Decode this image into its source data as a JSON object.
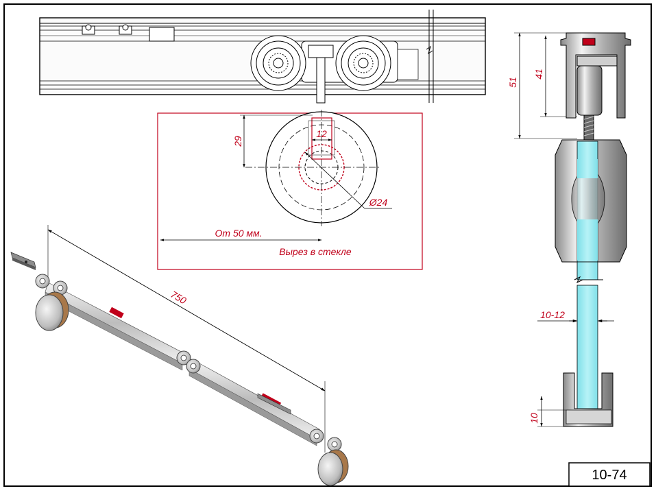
{
  "drawing_code": "10-74",
  "labels": {
    "dim_29": "29",
    "dim_12": "12",
    "dim_d24": "Ø24",
    "from_50": "От 50 мм.",
    "glass_cutout": "Вырез в стекле",
    "dim_750": "750",
    "dim_51": "51",
    "dim_41": "41",
    "dim_10_12": "10-12",
    "dim_10": "10"
  },
  "colors": {
    "dimension": "#c0001a",
    "glass": "#8fe6ee",
    "outline": "#000000",
    "metal_light": "#e6e6e6",
    "metal_dark": "#7a7a7a"
  },
  "icons": [
    "roller-icon",
    "glass-panel-icon",
    "bracket-icon"
  ]
}
